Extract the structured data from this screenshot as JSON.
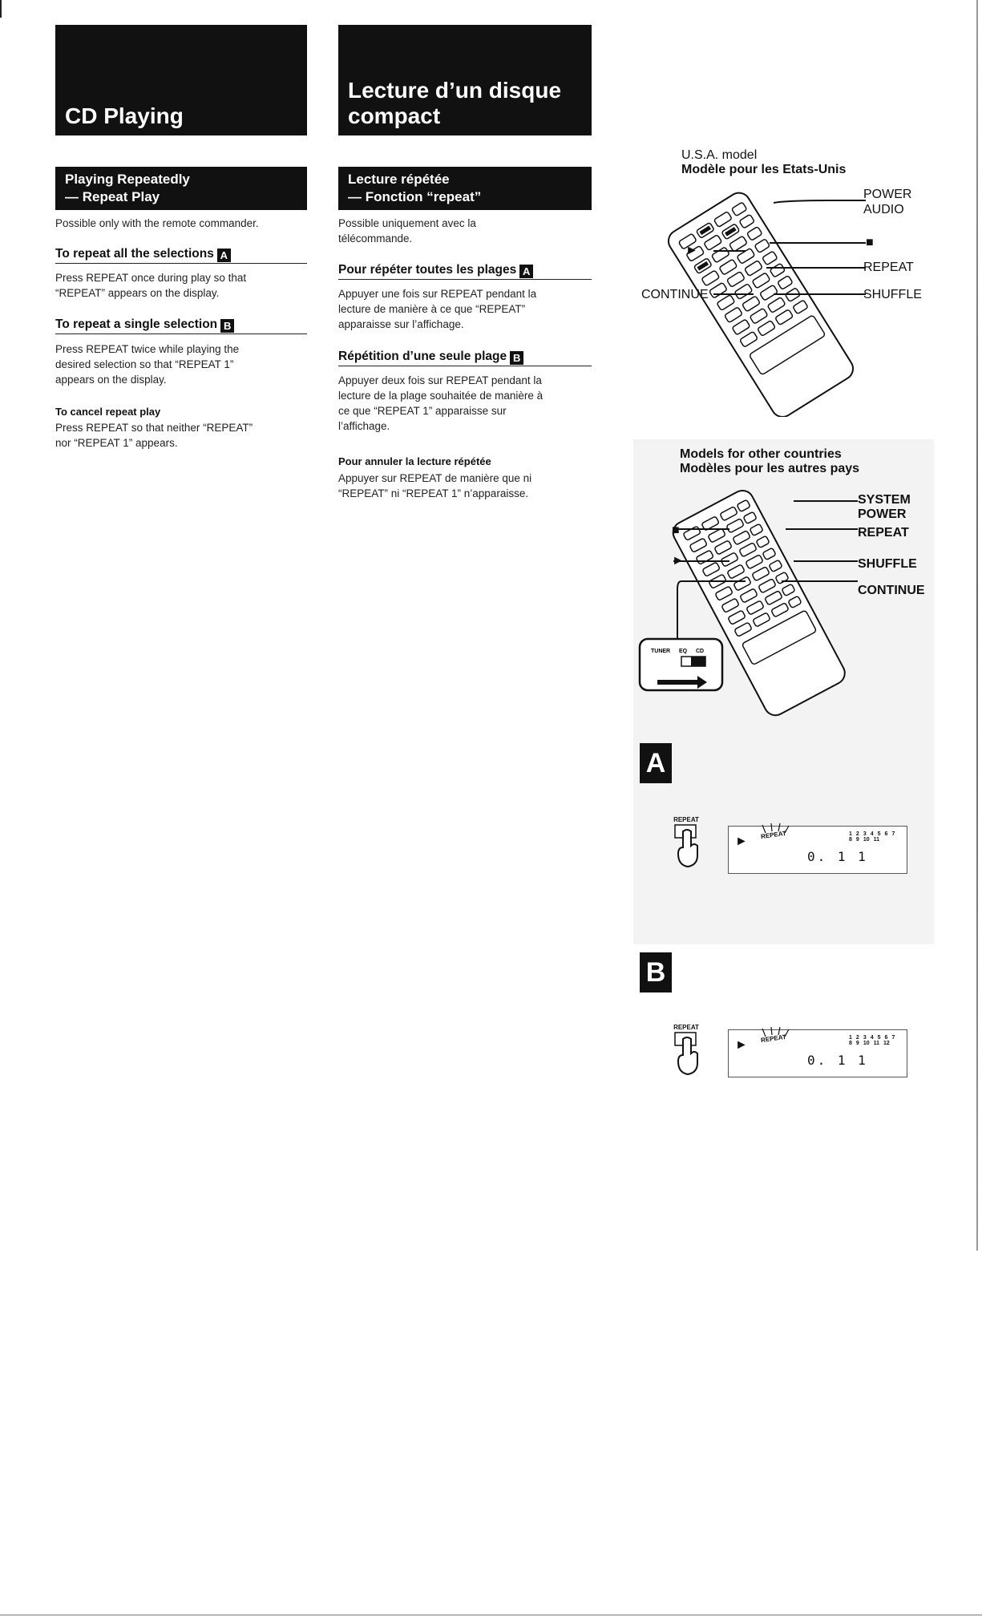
{
  "english": {
    "title": "CD Playing",
    "section": [
      "Playing Repeatedly",
      "— Repeat Play"
    ],
    "intro": "Possible only with the remote commander.",
    "repeat_all": {
      "heading": "To repeat all the selections",
      "badge": "A",
      "lines": [
        "Press REPEAT once during play so that",
        "“REPEAT” appears on the display."
      ]
    },
    "repeat_single": {
      "heading": "To repeat a single selection",
      "badge": "B",
      "lines": [
        "Press REPEAT twice while playing the",
        "desired selection so that “REPEAT 1”",
        "appears on the display."
      ]
    },
    "cancel": {
      "heading": "To cancel repeat play",
      "lines": [
        "Press REPEAT so that neither “REPEAT”",
        "nor “REPEAT 1” appears."
      ]
    }
  },
  "french": {
    "title": [
      "Lecture d’un disque",
      "compact"
    ],
    "section": [
      "Lecture répétée",
      "— Fonction “repeat”"
    ],
    "intro": [
      "Possible uniquement avec la",
      "télécommande."
    ],
    "repeat_all": {
      "heading": "Pour répéter toutes les plages",
      "badge": "A",
      "lines": [
        "Appuyer une fois sur REPEAT pendant la",
        "lecture de manière à ce que “REPEAT”",
        "apparaisse sur l’affichage."
      ]
    },
    "repeat_single": {
      "heading": "Répétition d’une seule plage",
      "badge": "B",
      "lines": [
        "Appuyer deux fois sur REPEAT pendant la",
        "lecture de la plage souhaitée de manière à",
        "ce que “REPEAT 1” apparaisse sur",
        "l’affichage."
      ]
    },
    "cancel": {
      "heading": "Pour annuler la lecture répétée",
      "lines": [
        "Appuyer sur REPEAT de manière que ni",
        "“REPEAT” ni “REPEAT 1” n’apparaisse."
      ]
    }
  },
  "usa_model": {
    "label": [
      "U.S.A. model",
      "Modèle pour les Etats-Unis"
    ],
    "callouts": {
      "power": "POWER",
      "audio": "AUDIO",
      "stop": "■",
      "play": "►",
      "repeat": "REPEAT",
      "continue": "CONTINUE",
      "shuffle": "SHUFFLE"
    }
  },
  "other_model": {
    "label": [
      "Models for other countries",
      "Modèles pour les autres pays"
    ],
    "callouts": {
      "system": "SYSTEM",
      "power": "POWER",
      "stop": "■",
      "repeat": "REPEAT",
      "play": "►",
      "shuffle": "SHUFFLE",
      "continue": "CONTINUE"
    },
    "switch_labels": [
      "TUNER",
      "EQ",
      "CD"
    ]
  },
  "step_a": {
    "badge": "A",
    "button_label": "REPEAT",
    "display_indicator": "REPEAT",
    "display_time": "0. 1 1",
    "track_numbers": [
      "1",
      "2",
      "3",
      "4",
      "5",
      "6",
      "7",
      "8",
      "9",
      "10",
      "11"
    ]
  },
  "step_b": {
    "badge": "B",
    "button_label": "REPEAT",
    "display_indicator": "REPEAT",
    "display_time": "0. 1 1",
    "track_numbers": [
      "1",
      "2",
      "3",
      "4",
      "5",
      "6",
      "7",
      "8",
      "9",
      "10",
      "11",
      "12"
    ]
  }
}
